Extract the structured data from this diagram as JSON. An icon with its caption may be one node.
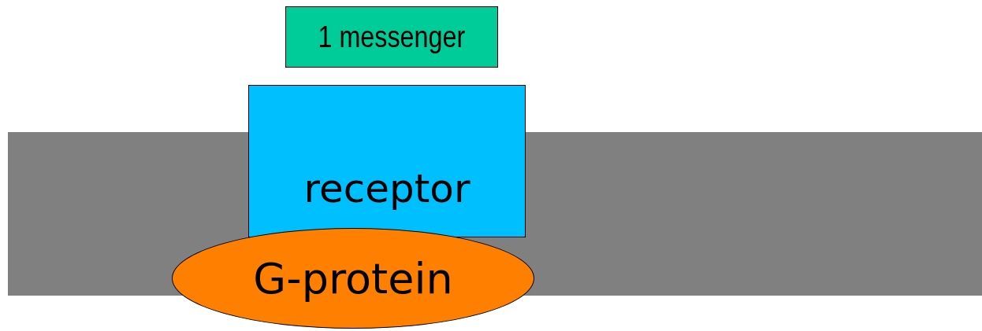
{
  "diagram": {
    "nodes": [
      {
        "text": [
          "1 messenger"
        ]
      },
      {
        "text": [
          "receptor"
        ]
      },
      {
        "text": [
          "G-protein"
        ]
      }
    ]
  }
}
